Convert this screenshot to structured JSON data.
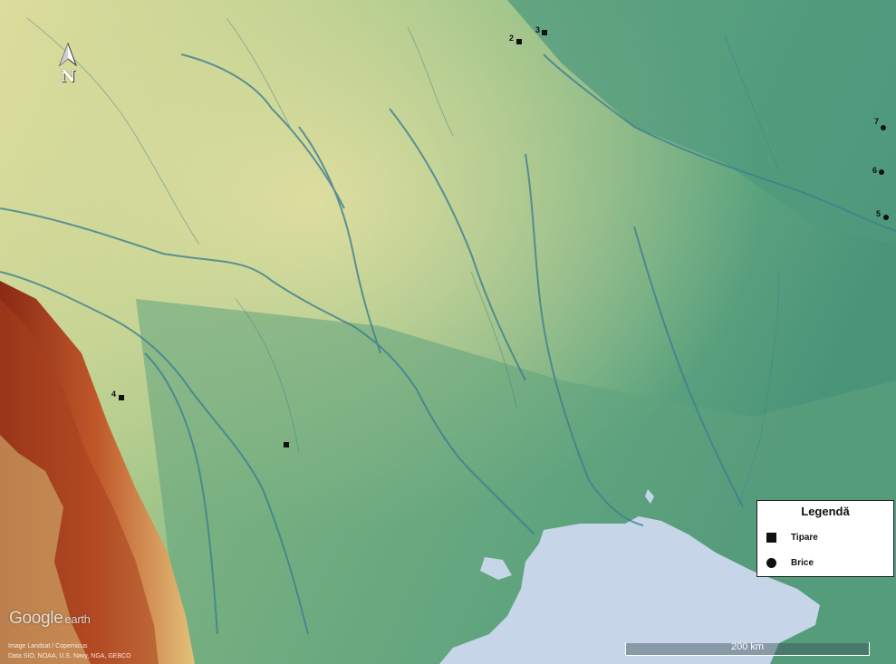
{
  "map": {
    "colors": {
      "lowland": "#4f9a7e",
      "plain": "#8cbd82",
      "upland": "#d9d89a",
      "mountain": "#c0582a",
      "peak": "#8a2a14",
      "sea": "#c6d6e8",
      "river": "#3d7f8f"
    },
    "sites": [
      {
        "id": "2",
        "label": "2",
        "type": "Tipare"
      },
      {
        "id": "3",
        "label": "3",
        "type": "Tipare"
      },
      {
        "id": "4",
        "label": "4",
        "type": "Tipare"
      },
      {
        "id": "1",
        "label": "",
        "type": "Tipare"
      },
      {
        "id": "7",
        "label": "7",
        "type": "Brice"
      },
      {
        "id": "6",
        "label": "6",
        "type": "Brice"
      },
      {
        "id": "5",
        "label": "5",
        "type": "Brice"
      }
    ],
    "north_arrow": {
      "letter": "N",
      "icon": "north-arrow-icon"
    },
    "legend": {
      "title": "Legendă",
      "items": [
        {
          "label": "Tipare",
          "symbol": "square"
        },
        {
          "label": "Brice",
          "symbol": "circle"
        }
      ]
    },
    "scale": {
      "label": "200 km"
    },
    "attribution": {
      "logo_main": "Google",
      "logo_sub": "earth",
      "line1": "Image Landsat / Copernicus",
      "line2": "Data SIO, NOAA, U.S. Navy, NGA, GEBCO"
    }
  }
}
